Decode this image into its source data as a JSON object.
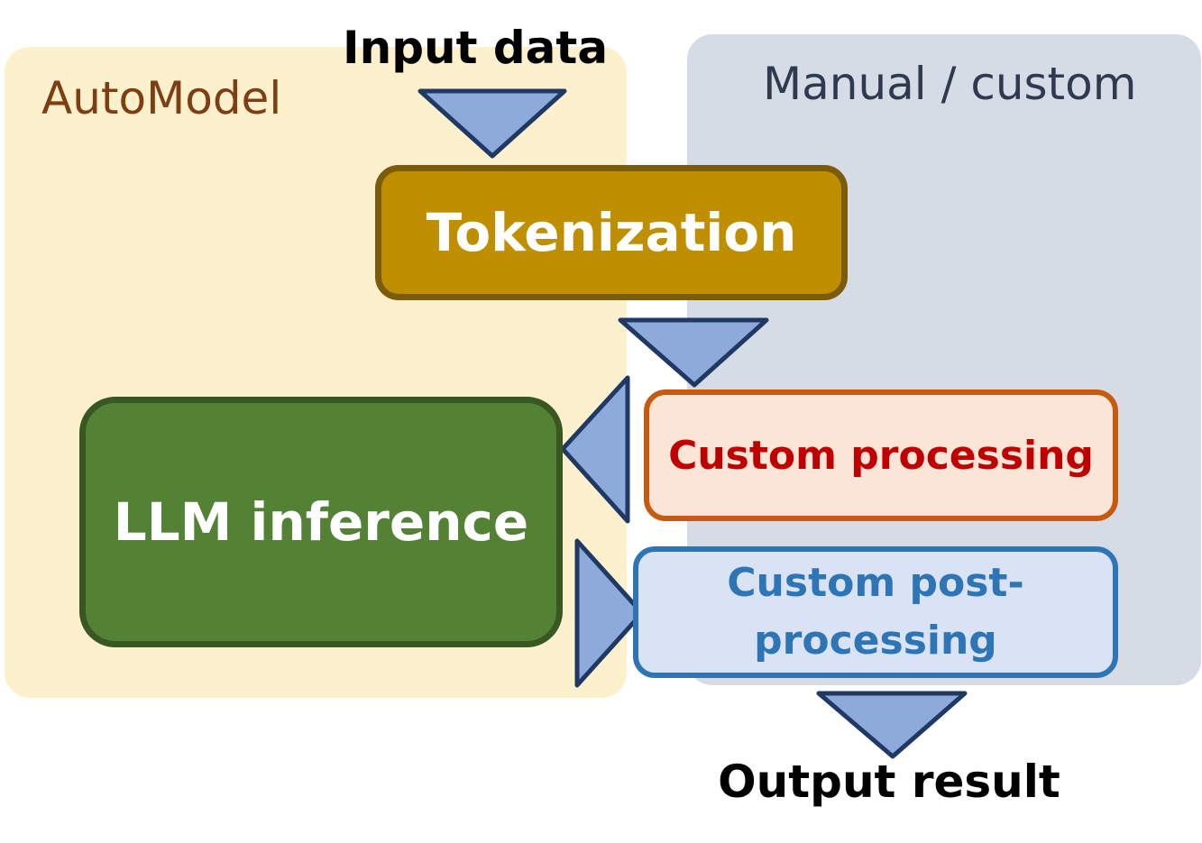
{
  "regions": {
    "auto_label": "AutoModel",
    "manual_label": "Manual / custom"
  },
  "flow": {
    "input_label": "Input data",
    "output_label": "Output result"
  },
  "boxes": {
    "tokenization": "Tokenization",
    "llm_inference": "LLM inference",
    "custom_processing": "Custom processing",
    "custom_post_processing_line1": "Custom post-",
    "custom_post_processing_line2": "processing"
  },
  "colors": {
    "auto_region": "#fdf0cc",
    "manual_region": "#d5dce6",
    "tokenization_fill": "#bf8f00",
    "llm_fill": "#548235",
    "custom_fill": "#fbe5d6",
    "post_fill": "#dae3f3",
    "arrow_fill": "#8eaadb",
    "arrow_stroke": "#1f3864"
  }
}
